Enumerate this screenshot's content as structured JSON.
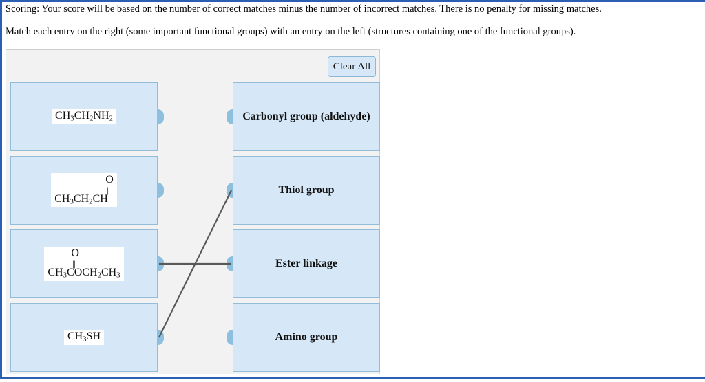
{
  "instructions": {
    "scoring": "Scoring: Your score will be based on the number of correct matches minus the number of incorrect matches. There is no penalty for missing matches.",
    "prompt": "Match each entry on the right (some important functional groups) with an entry on the left (structures containing one of the functional groups)."
  },
  "toolbar": {
    "clear_all_label": "Clear All"
  },
  "left_column": {
    "items": [
      {
        "id": "structure-ethylamine",
        "layout": "single-line",
        "formula_parts": [
          {
            "t": "CH",
            "sub": false
          },
          {
            "t": "3",
            "sub": true
          },
          {
            "t": "CH",
            "sub": false
          },
          {
            "t": "2",
            "sub": true
          },
          {
            "t": "NH",
            "sub": false
          },
          {
            "t": "2",
            "sub": true
          }
        ],
        "plain": "CH3CH2NH2"
      },
      {
        "id": "structure-propanal",
        "layout": "two-line",
        "top": "O",
        "bond": "||",
        "formula_parts": [
          {
            "t": "CH",
            "sub": false
          },
          {
            "t": "3",
            "sub": true
          },
          {
            "t": "CH",
            "sub": false
          },
          {
            "t": "2",
            "sub": true
          },
          {
            "t": "CH",
            "sub": false
          }
        ],
        "plain": "CH3CH2CH"
      },
      {
        "id": "structure-butanone",
        "layout": "two-line",
        "top": "O",
        "bond": "||",
        "formula_parts": [
          {
            "t": "CH",
            "sub": false
          },
          {
            "t": "3",
            "sub": true
          },
          {
            "t": "COCH",
            "sub": false
          },
          {
            "t": "2",
            "sub": true
          },
          {
            "t": "CH",
            "sub": false
          },
          {
            "t": "3",
            "sub": true
          }
        ],
        "plain": "CH3COCH2CH3"
      },
      {
        "id": "structure-methanethiol",
        "layout": "single-line",
        "formula_parts": [
          {
            "t": "CH",
            "sub": false
          },
          {
            "t": "3",
            "sub": true
          },
          {
            "t": "SH",
            "sub": false
          }
        ],
        "plain": "CH3SH"
      }
    ]
  },
  "right_column": {
    "items": [
      {
        "id": "group-carbonyl-aldehyde",
        "label": "Carbonyl group (aldehyde)"
      },
      {
        "id": "group-thiol",
        "label": "Thiol group"
      },
      {
        "id": "group-ester-linkage",
        "label": "Ester linkage"
      },
      {
        "id": "group-amino",
        "label": "Amino group"
      }
    ]
  },
  "connections": [
    {
      "id": "connector-butanone-to-ester",
      "from_row": 3,
      "to_row": 3
    },
    {
      "id": "connector-methanethiol-to-thiol",
      "from_row": 4,
      "to_row": 2
    }
  ],
  "colors": {
    "item_fill": "#d6e8f7",
    "item_border": "#92bcd8",
    "panel_bg": "#f2f2f2",
    "nub": "#8cc0de",
    "connector_line": "#595959",
    "frame_blue": "#2a5fb4"
  }
}
